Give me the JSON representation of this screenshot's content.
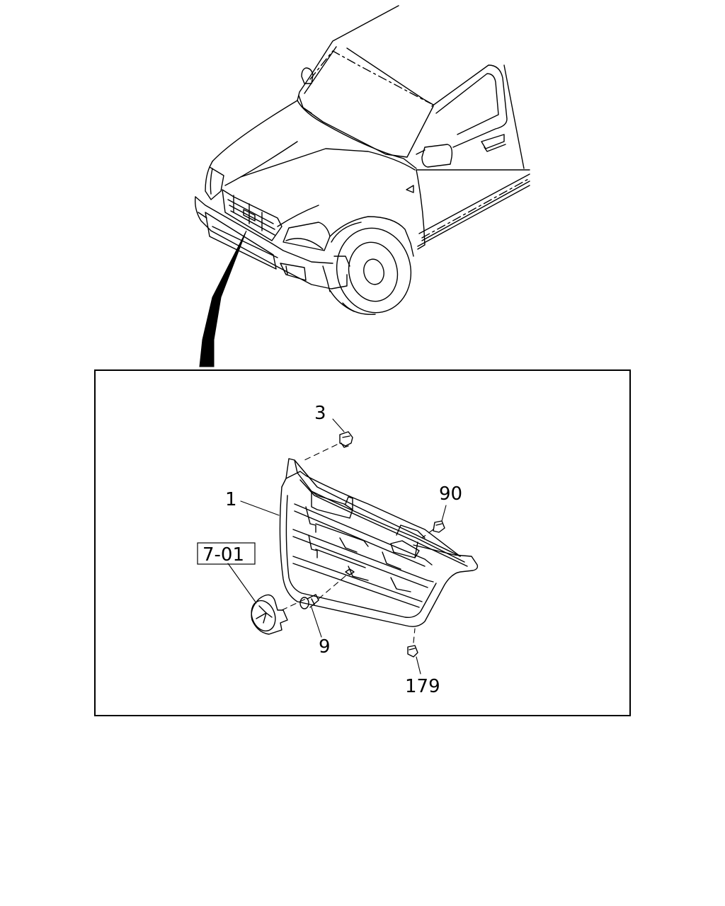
{
  "callouts": {
    "grille": "1",
    "clip_top": "3",
    "clip_right": "90",
    "screw": "9",
    "clip_bottom": "179",
    "emblem_ref": "7-01"
  }
}
